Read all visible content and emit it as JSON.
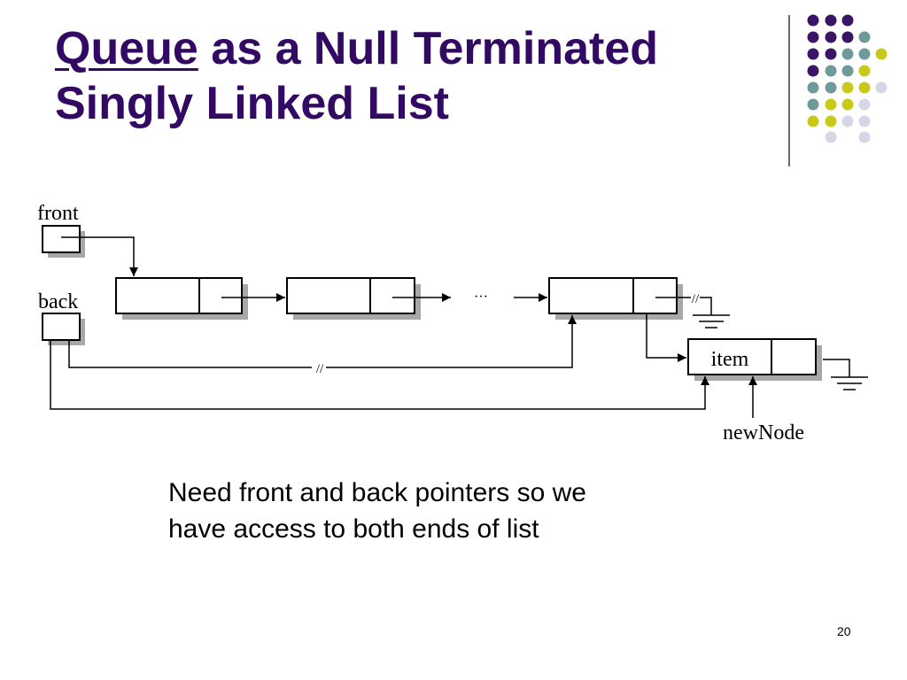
{
  "slide": {
    "title_link": "Queue",
    "title_rest_1": "as a Null Terminated",
    "title_line_2": "Singly Linked List",
    "note_line_1": "Need front and back pointers so we",
    "note_line_2": "have access to both ends of list",
    "page_number": "20"
  },
  "diagram": {
    "front_label": "front",
    "back_label": "back",
    "ellipsis": "···",
    "break_mark": "//",
    "new_item_label": "item",
    "new_node_label": "newNode"
  },
  "colors": {
    "title": "#330a63",
    "dot_purple": "#3b1565",
    "dot_teal": "#6f9a9a",
    "dot_yellow": "#c9c91c",
    "dot_lavender": "#d6d6e8",
    "shadow": "#a8a8a8"
  }
}
